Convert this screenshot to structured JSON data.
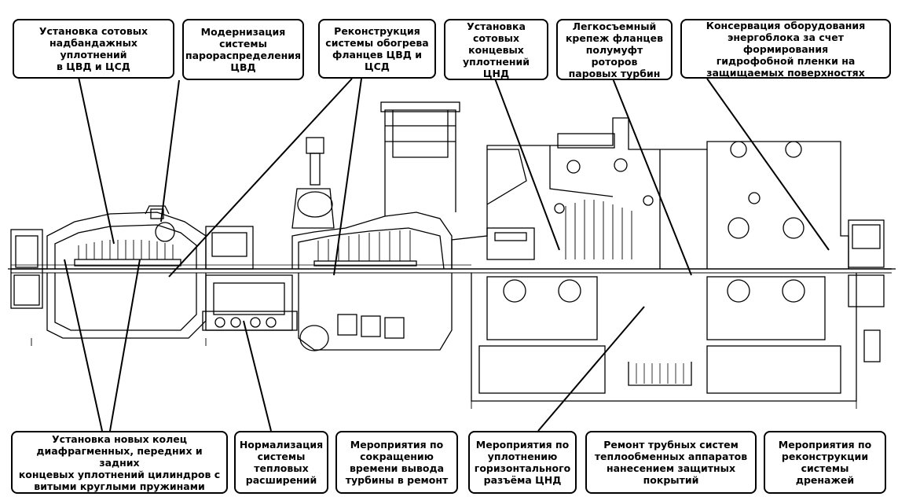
{
  "top_callouts": [
    {
      "id": "honeycomb-shroud-seals",
      "lines": [
        "Установка сотовых",
        "надбандажных уплотнений",
        "в ЦВД и ЦСД"
      ]
    },
    {
      "id": "steam-distribution-modernization",
      "lines": [
        "Модернизация",
        "системы",
        "парораспределения",
        "ЦВД"
      ]
    },
    {
      "id": "flange-heating-reconstruction",
      "lines": [
        "Реконструкция",
        "системы обогрева",
        "фланцев ЦВД и",
        "ЦСД"
      ]
    },
    {
      "id": "honeycomb-end-seals",
      "lines": [
        "Установка",
        "сотовых",
        "концевых",
        "уплотнений ЦНД"
      ]
    },
    {
      "id": "quick-release-coupling-fasteners",
      "lines": [
        "Легкосъемный",
        "крепеж фланцев",
        "полумуфт роторов",
        "паровых турбин"
      ]
    },
    {
      "id": "hydrophobic-film-preservation",
      "lines": [
        "Консервация оборудования",
        "энергоблока за счет формирования",
        "гидрофобной пленки на",
        "защищаемых поверхностях"
      ]
    }
  ],
  "bottom_callouts": [
    {
      "id": "spring-ring-seals",
      "lines": [
        "Установка новых колец",
        "диафрагменных, передних и задних",
        "концевых уплотнений цилиндров с",
        "витыми круглыми пружинами"
      ]
    },
    {
      "id": "thermal-expansion-normalization",
      "lines": [
        "Нормализация",
        "системы",
        "тепловых",
        "расширений"
      ]
    },
    {
      "id": "repair-time-reduction",
      "lines": [
        "Мероприятия по",
        "сокращению",
        "времени вывода",
        "турбины в ремонт"
      ]
    },
    {
      "id": "lpc-joint-sealing",
      "lines": [
        "Мероприятия по",
        "уплотнению",
        "горизонтального",
        "разъёма ЦНД"
      ]
    },
    {
      "id": "heat-exchanger-tube-repair",
      "lines": [
        "Ремонт трубных систем",
        "теплообменных аппаратов",
        "нанесением защитных",
        "покрытий"
      ]
    },
    {
      "id": "drainage-reconstruction",
      "lines": [
        "Мероприятия по",
        "реконструкции",
        "системы",
        "дренажей"
      ]
    }
  ]
}
